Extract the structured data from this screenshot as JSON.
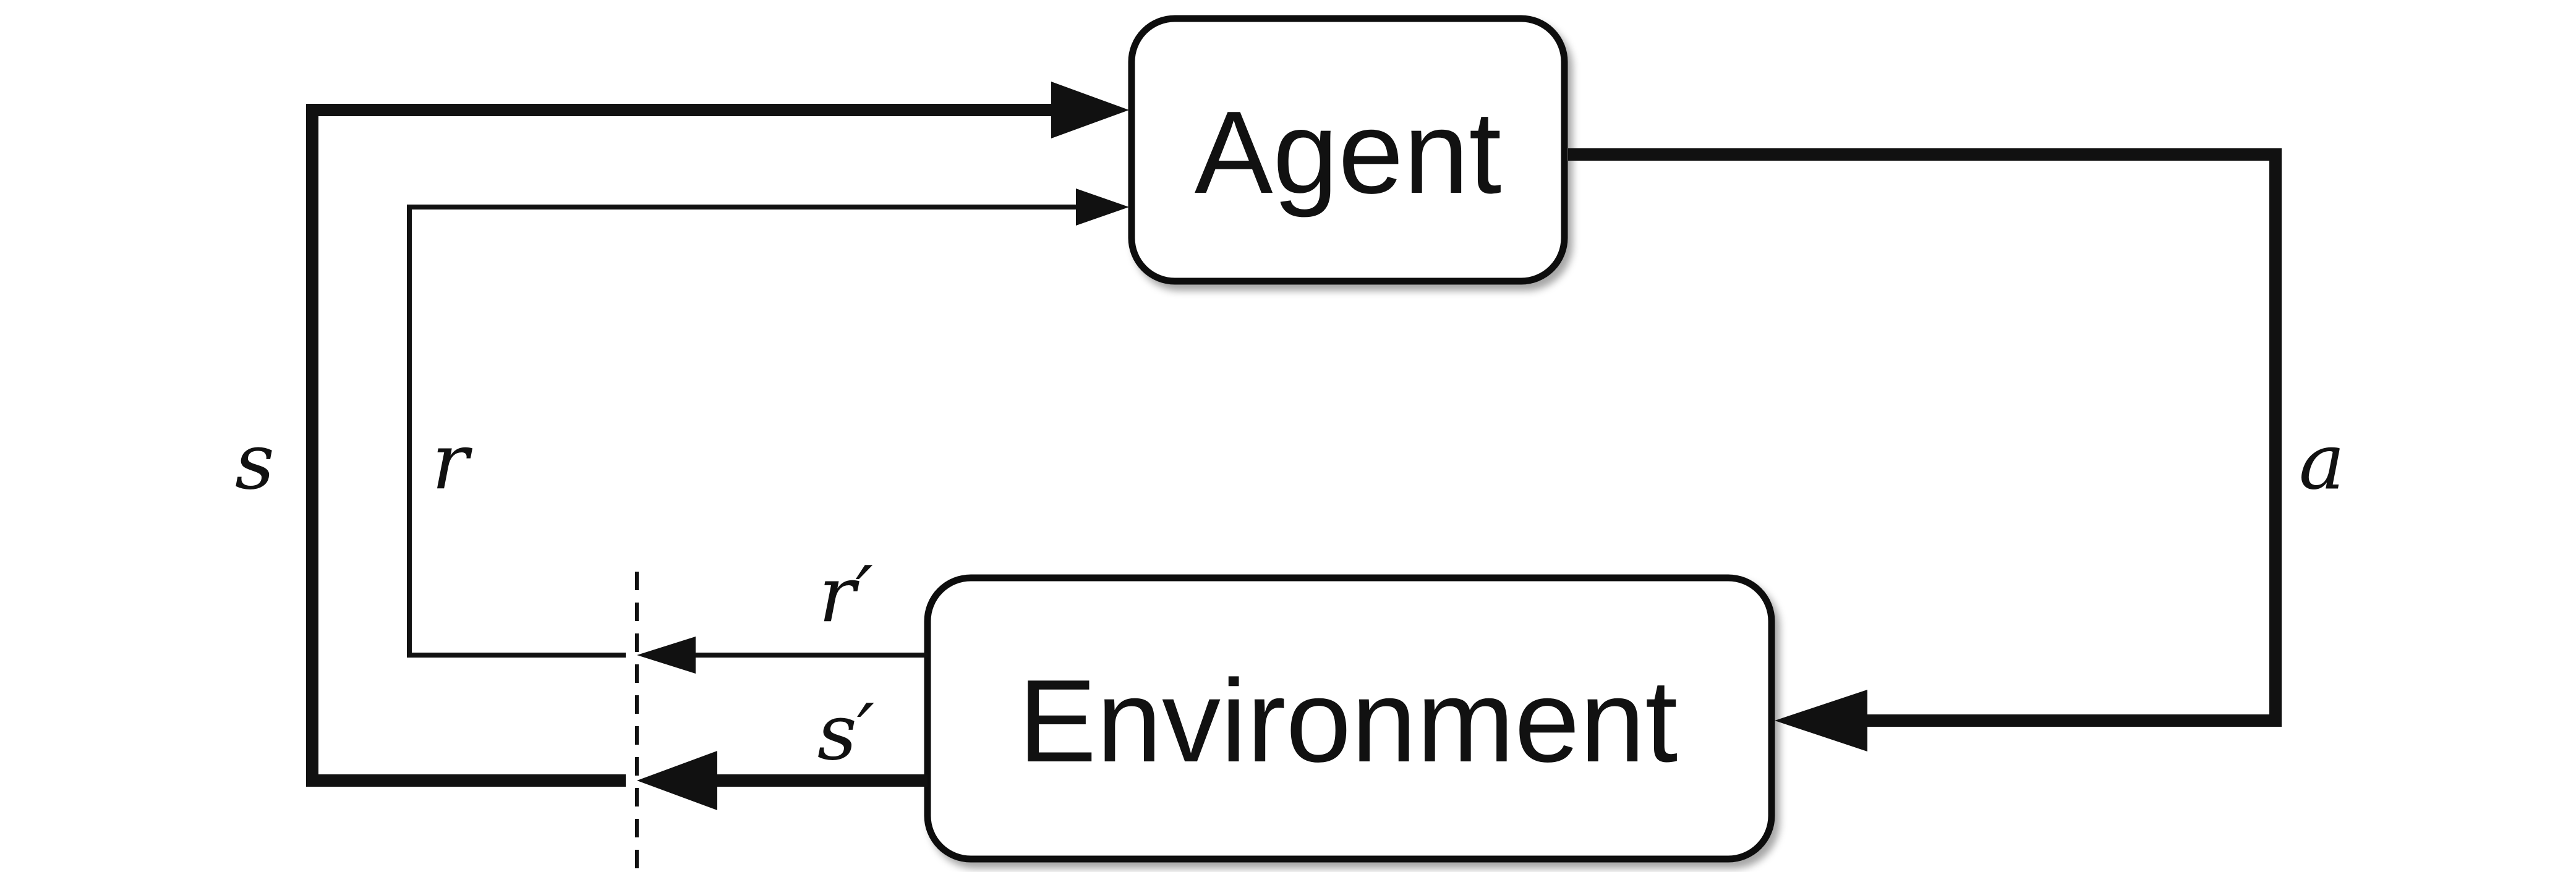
{
  "nodes": {
    "agent": {
      "label": "Agent"
    },
    "environment": {
      "label": "Environment"
    }
  },
  "edges": {
    "state": {
      "label": "s"
    },
    "reward": {
      "label": "r"
    },
    "action": {
      "label": "a"
    },
    "next_reward": {
      "label": "r′"
    },
    "next_state": {
      "label": "s′"
    }
  },
  "colors": {
    "stroke": "#111111",
    "background": "#ffffff"
  }
}
